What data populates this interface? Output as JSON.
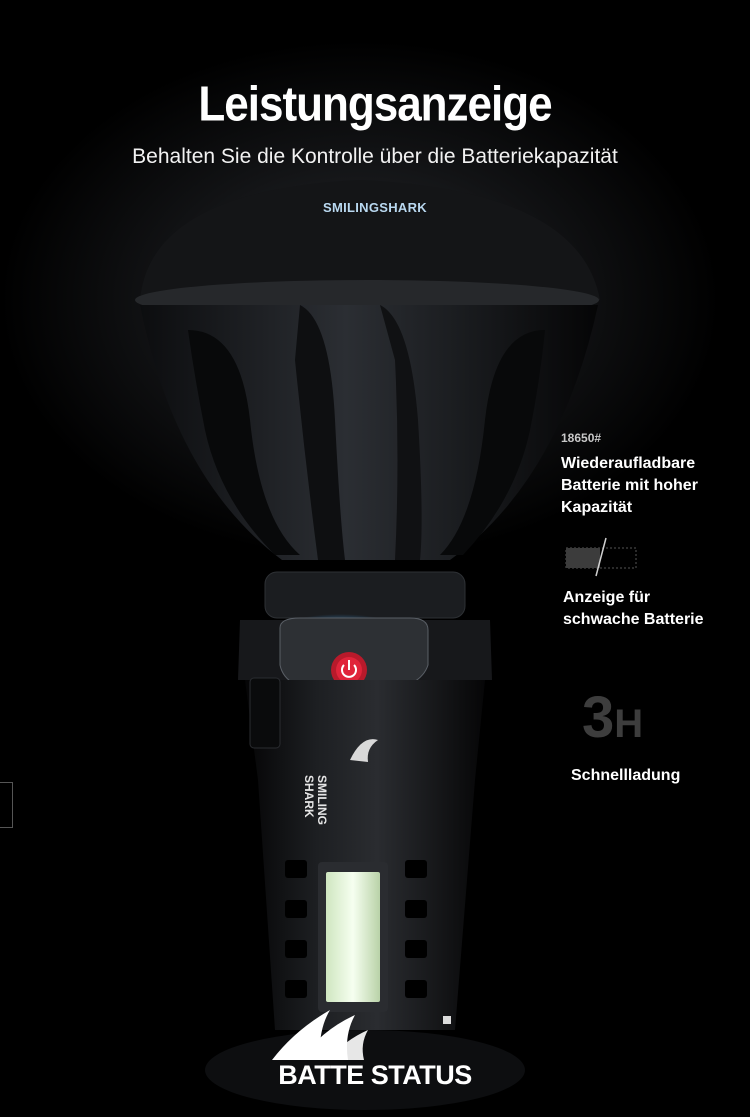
{
  "header": {
    "title": "Leistungsanzeige",
    "subtitle": "Behalten Sie die Kontrolle über die Batteriekapazität",
    "brand": "SMILINGSHARK"
  },
  "features": {
    "battery_code": "18650#",
    "battery_text": "Wiederaufladbare\nBatterie mit hoher\nKapazität",
    "low_battery_text": "Anzeige für\nschwache Batterie",
    "charge_time_number": "3",
    "charge_time_unit": "H",
    "charge_label": "Schnellladung"
  },
  "product": {
    "body_logo_line1": "SMILING",
    "body_logo_line2": "SHARK"
  },
  "footer": {
    "label": "BATTE STATUS"
  },
  "colors": {
    "background": "#000000",
    "power_button": "#e0243a",
    "ring_glow": "#3fa9ff",
    "brand_text": "#b9d8f0"
  },
  "icons": [
    "power-icon",
    "shark-fin-logo-icon",
    "battery-low-icon"
  ]
}
